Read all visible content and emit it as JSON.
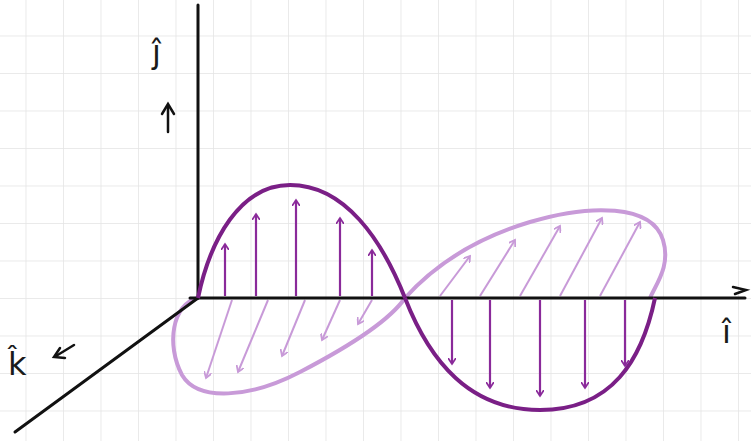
{
  "diagram": {
    "labels": [
      "ĵ",
      "î",
      "k̂"
    ]
  }
}
